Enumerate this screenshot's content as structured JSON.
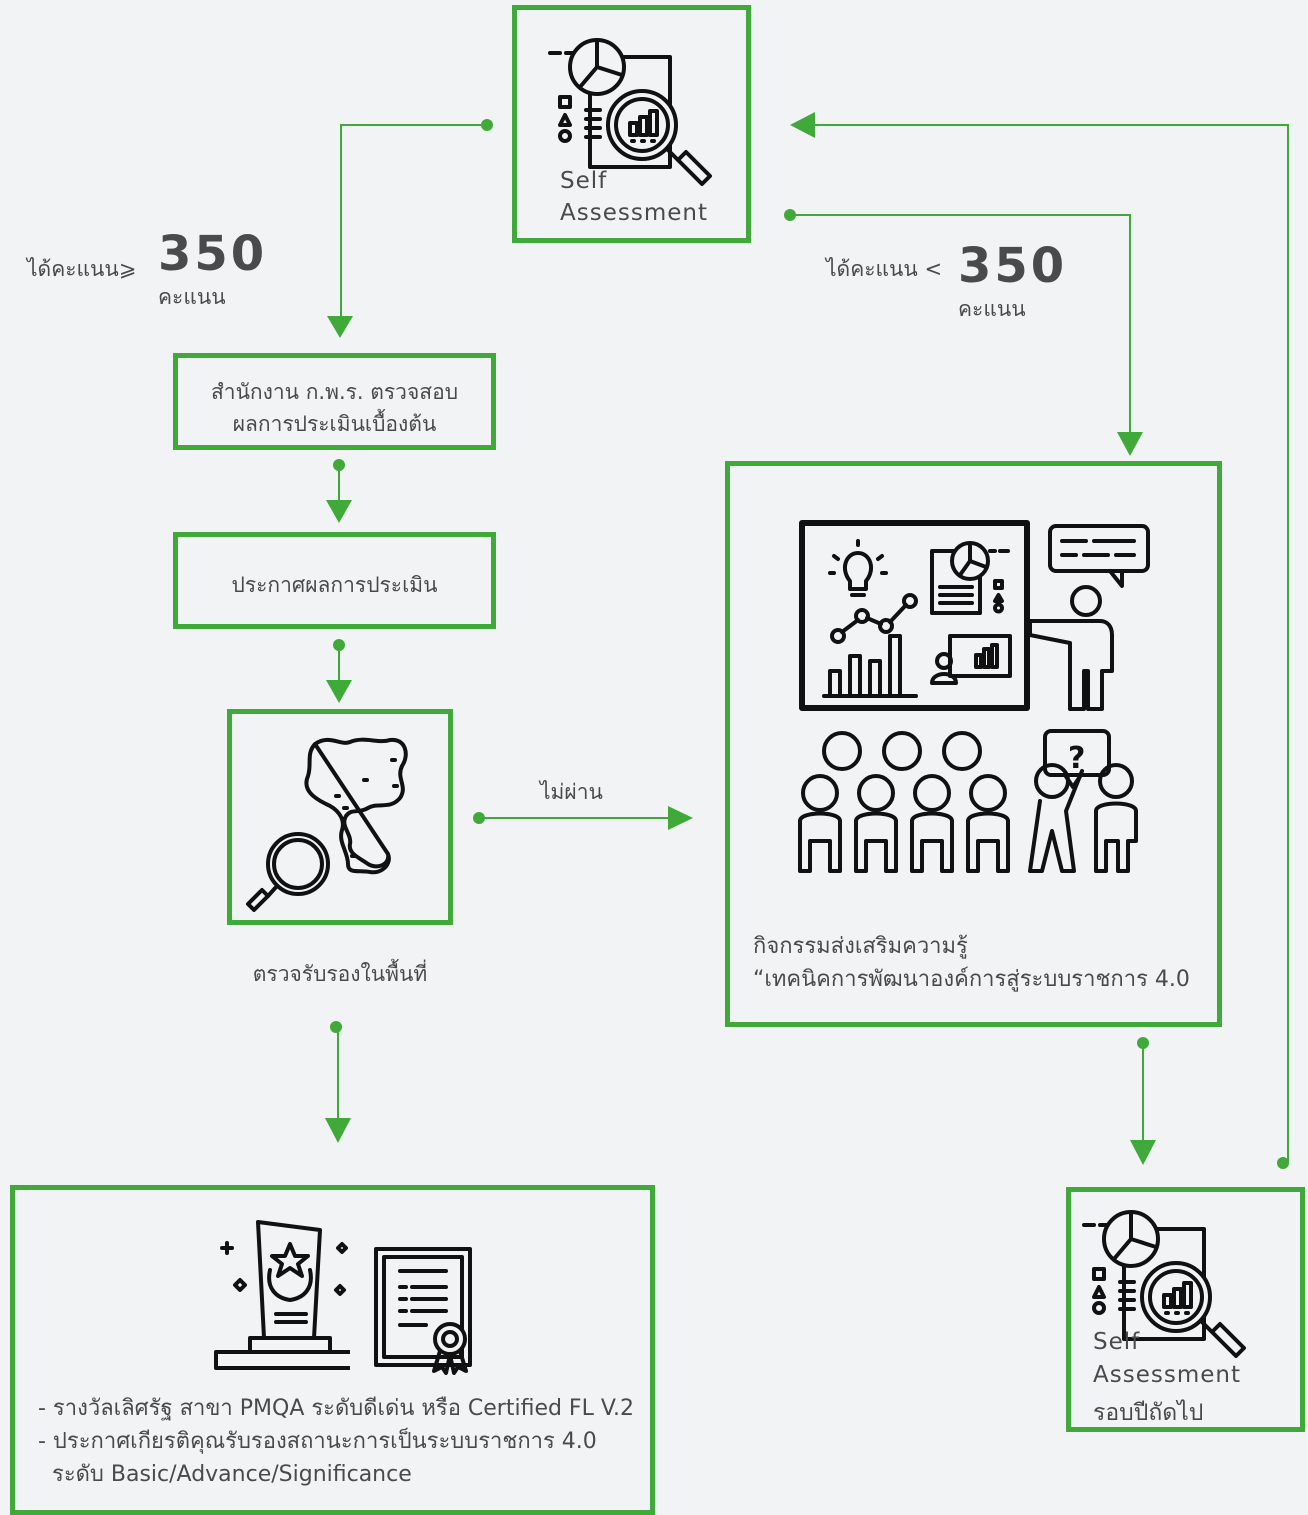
{
  "nodes": {
    "self_assessment": {
      "line1": "Self",
      "line2": "Assessment"
    },
    "ocsc_check": {
      "line1": "สำนักงาน ก.พ.ร. ตรวจสอบ",
      "line2": "ผลการประเมินเบื้องต้น"
    },
    "announce": {
      "label": "ประกาศผลการประเมิน"
    },
    "site_visit": {
      "label": "ตรวจรับรองในพื้นที่"
    },
    "workshop": {
      "line1": "กิจกรรมส่งเสริมความรู้",
      "line2": "“เทคนิคการพัฒนาองค์การสู่ระบบราชการ 4.0"
    },
    "awards": {
      "line1": "- รางวัลเลิศรัฐ สาขา PMQA ระดับดีเด่น หรือ Certified FL V.2",
      "line2": "- ประกาศเกียรติคุณรับรองสถานะการเป็นระบบราชการ 4.0",
      "line3": "ระดับ Basic/Advance/Significance"
    },
    "self_assessment_next": {
      "line1": "Self",
      "line2": "Assessment",
      "line3": "รอบปีถัดไป"
    }
  },
  "conditions": {
    "pass": {
      "prefix": "ได้คะแนน",
      "operator": "⩾",
      "score": "350",
      "unit": "คะแนน"
    },
    "fail": {
      "prefix": "ได้คะแนน",
      "operator": "<",
      "score": "350",
      "unit": "คะแนน"
    },
    "not_pass": "ไม่ผ่าน"
  },
  "colors": {
    "accent": "#3faa3a",
    "text": "#4a4a4a",
    "background": "#f2f3f5"
  },
  "icons": [
    "analytics-magnifier-icon",
    "thailand-map-search-icon",
    "training-classroom-icon",
    "trophy-icon",
    "certificate-icon"
  ]
}
